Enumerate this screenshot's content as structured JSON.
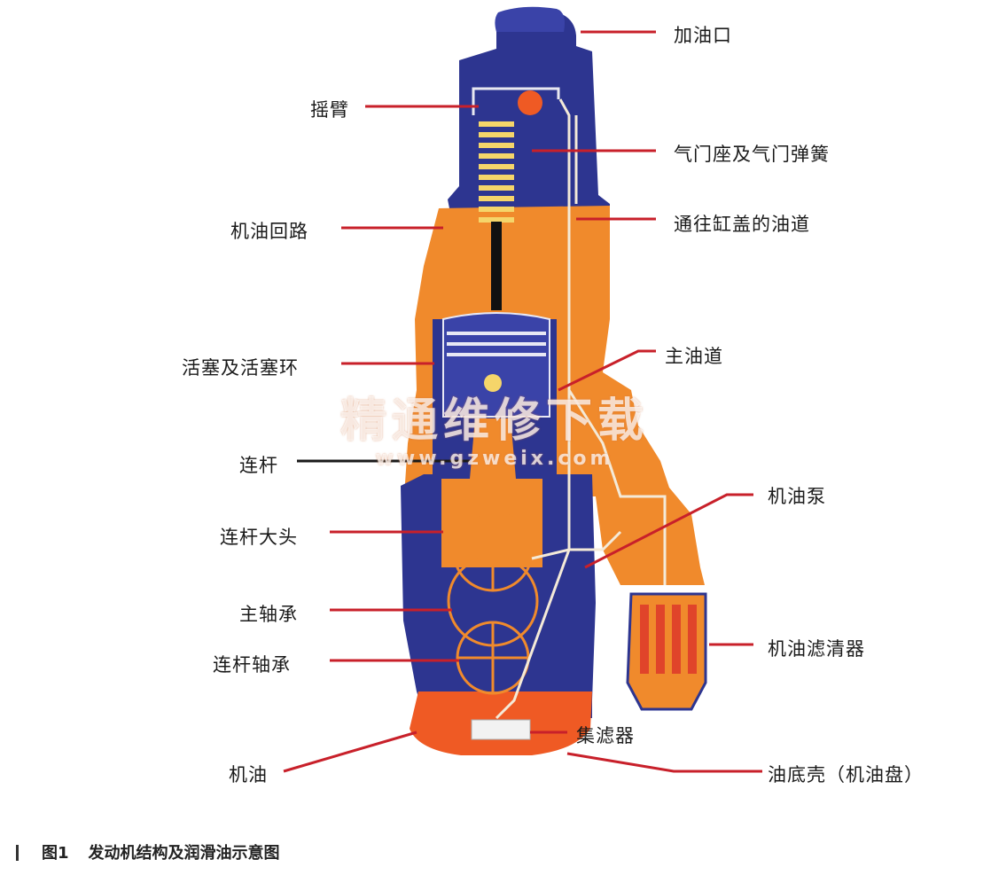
{
  "labels": {
    "oil_filler": "加油口",
    "rocker_arm": "摇臂",
    "valve_seat_spring": "气门座及气门弹簧",
    "oil_return": "机油回路",
    "head_oil_passage": "通往缸盖的油道",
    "main_gallery": "主油道",
    "piston_rings": "活塞及活塞环",
    "connecting_rod": "连杆",
    "oil_pump": "机油泵",
    "rod_big_end": "连杆大头",
    "main_bearing": "主轴承",
    "oil_filter": "机油滤清器",
    "rod_bearing": "连杆轴承",
    "strainer": "集滤器",
    "engine_oil": "机油",
    "oil_pan": "油底壳（机油盘）"
  },
  "caption": {
    "figure_number": "图1",
    "title": "发动机结构及润滑油示意图"
  },
  "watermark": {
    "line1": "精通维修下载",
    "line2": "www.gzweix.com"
  },
  "colors": {
    "engine_blue": "#2d3590",
    "casting_orange": "#f08a2c",
    "oil_red": "#e0442a",
    "leader_red": "#c8202a"
  }
}
